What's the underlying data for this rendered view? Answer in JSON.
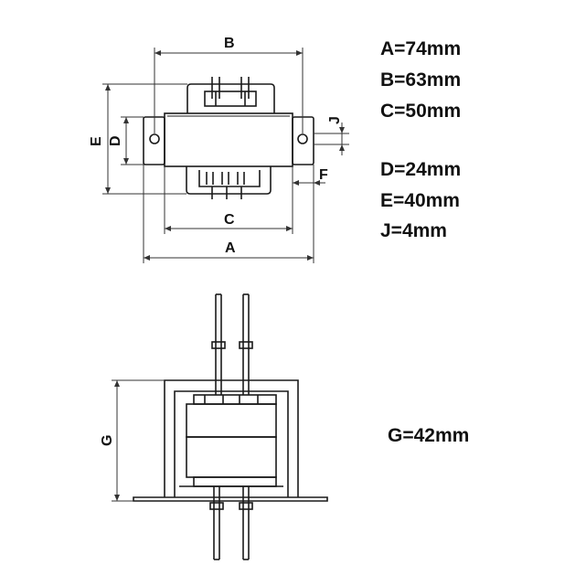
{
  "dimension_labels": {
    "A": "A",
    "B": "B",
    "C": "C",
    "D": "D",
    "E": "E",
    "F": "F",
    "J": "J",
    "G": "G"
  },
  "specs": [
    "A=74mm",
    "B=63mm",
    "C=50mm",
    "D=24mm",
    "E=40mm",
    "J=4mm"
  ],
  "spec_g": "G=42mm",
  "colors": {
    "line": "#1a1a1a",
    "dimension": "#333333",
    "background": "#ffffff"
  }
}
